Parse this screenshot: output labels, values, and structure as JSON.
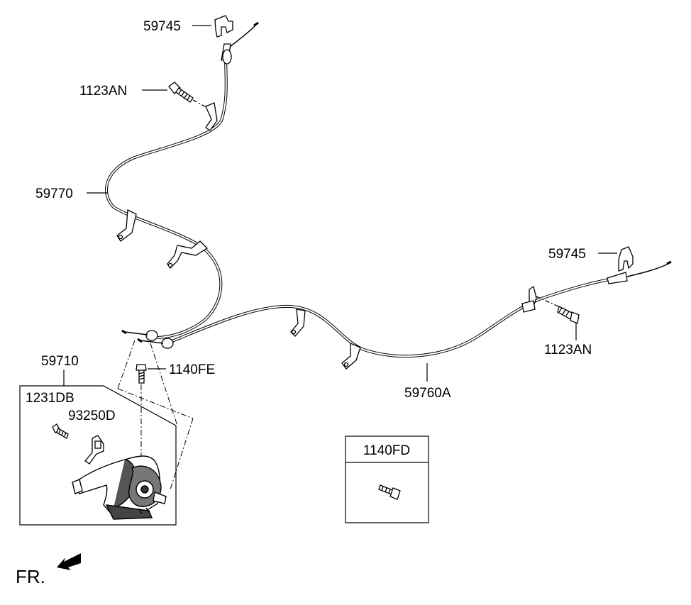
{
  "labels": {
    "p59745_top": "59745",
    "p1123AN_top": "1123AN",
    "p59770": "59770",
    "p59745_right": "59745",
    "p1123AN_right": "1123AN",
    "p59710": "59710",
    "p1140FE": "1140FE",
    "p1231DB": "1231DB",
    "p93250D": "93250D",
    "p59760A": "59760A"
  },
  "inset_box": {
    "title": "1140FD"
  },
  "orientation": {
    "text": "FR."
  }
}
